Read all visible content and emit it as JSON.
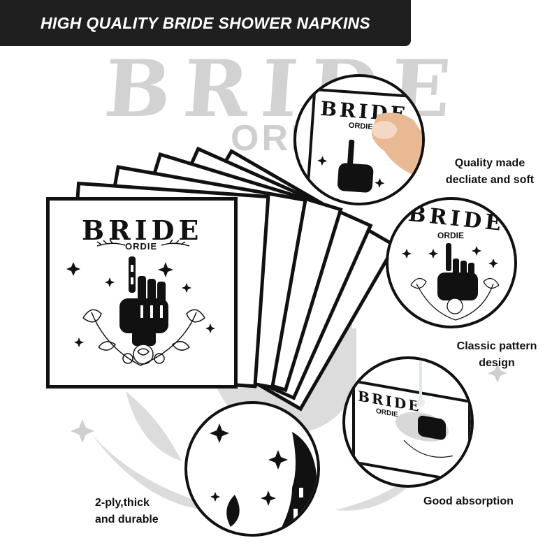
{
  "banner": {
    "title": "HIGH QUALITY BRIDE SHOWER NAPKINS"
  },
  "background": {
    "bride_word": "BRIDE",
    "ordie_word": "ORDIE"
  },
  "napkin": {
    "title": "BRIDE",
    "subtitle": "ORDIE"
  },
  "details": [
    {
      "title": "BRIDE",
      "subtitle": "ORDIE"
    },
    {
      "title": "BRIDE",
      "subtitle": "ORDIE"
    },
    {
      "title": "BRIDE",
      "subtitle": "ORDIE"
    }
  ],
  "features": [
    {
      "line1": "Quality made",
      "line2": "decliate and soft"
    },
    {
      "line1": "Classic pattern",
      "line2": "design"
    },
    {
      "line1": "Good absorption"
    },
    {
      "line1": "2-ply,thick",
      "line2": "and durable"
    }
  ],
  "colors": {
    "banner_bg": "#1f1f1f",
    "ink": "#111111",
    "watermark": "#d2d2d2"
  }
}
